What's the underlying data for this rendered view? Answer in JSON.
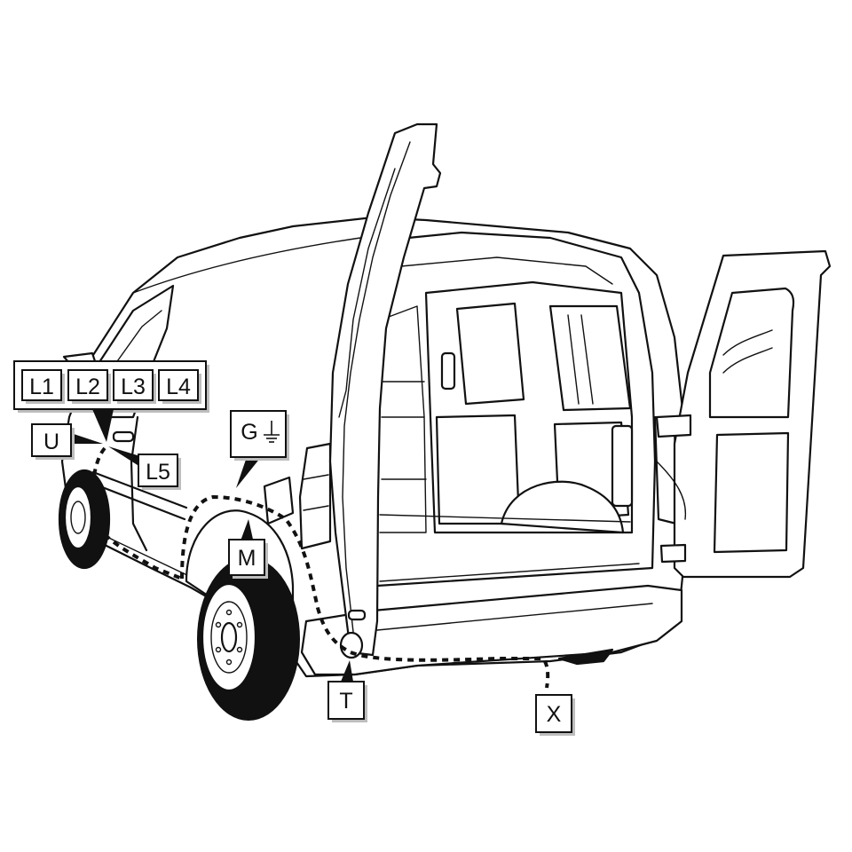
{
  "labels": {
    "l1": "L1",
    "l2": "L2",
    "l3": "L3",
    "l4": "L4",
    "l5": "L5",
    "u": "U",
    "g": "G",
    "m": "M",
    "t": "T",
    "x": "X"
  },
  "icons": {
    "ground": "ground-symbol-icon"
  },
  "colors": {
    "line": "#111111",
    "background": "#ffffff",
    "label_shadow": "#bdbdbd"
  }
}
